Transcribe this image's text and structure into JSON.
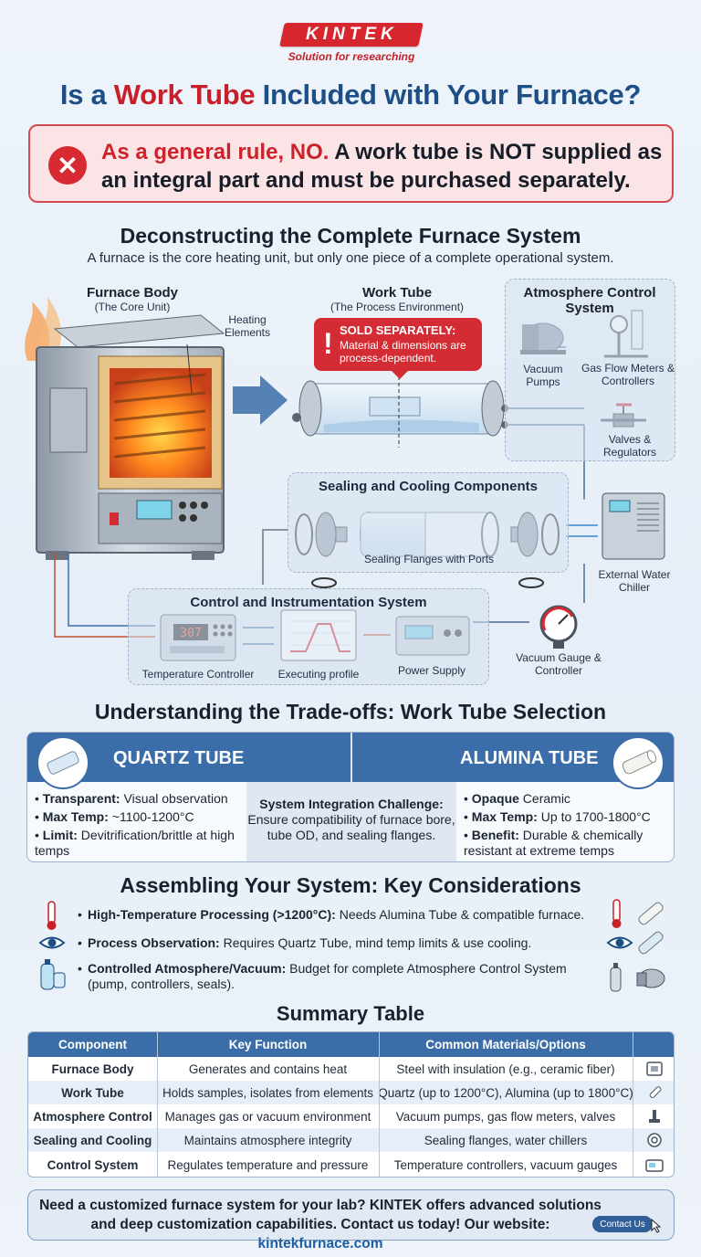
{
  "brand": {
    "logo": "KINTEK",
    "tagline": "Solution for researching"
  },
  "title": {
    "part1": "Is a ",
    "highlight": "Work Tube",
    "part2": " Included with Your Furnace?"
  },
  "alert": {
    "lead": "As a general rule, NO.",
    "rest": " A work tube is NOT supplied as an integral part and must be purchased separately."
  },
  "system": {
    "title": "Deconstructing the Complete Furnace System",
    "subtitle": "A furnace is the core heating unit, but only one piece of a complete operational system.",
    "furnace_body": {
      "name": "Furnace Body",
      "sub": "(The Core Unit)",
      "heating_label": "Heating Elements"
    },
    "work_tube": {
      "name": "Work Tube",
      "sub": "(The Process Environment)"
    },
    "sold_separately": {
      "title": "SOLD SEPARATELY:",
      "text": "Material & dimensions are process-dependent."
    },
    "atmosphere": {
      "title": "Atmosphere Control System",
      "vacuum_pumps": "Vacuum Pumps",
      "gas_flow": "Gas Flow Meters & Controllers",
      "valves": "Valves & Regulators"
    },
    "sealing": {
      "title": "Sealing and Cooling Components",
      "flanges": "Sealing Flanges with Ports"
    },
    "chiller": "External Water Chiller",
    "control": {
      "title": "Control and Instrumentation System",
      "temp_controller": "Temperature Controller",
      "display": "307",
      "profile": "Executing profile",
      "power": "Power Supply"
    },
    "vacuum_gauge": "Vacuum Gauge & Controller"
  },
  "tradeoffs": {
    "title": "Understanding the Trade-offs: Work Tube Selection",
    "quartz": {
      "name": "QUARTZ TUBE",
      "b1_k": "Transparent:",
      "b1_v": " Visual observation",
      "b2_k": "Max Temp:",
      "b2_v": " ~1100-1200°C",
      "b3_k": "Limit:",
      "b3_v": " Devitrification/brittle at high temps"
    },
    "middle": {
      "title": "System Integration Challenge:",
      "text": "Ensure compatibility of furnace bore, tube OD, and sealing flanges."
    },
    "alumina": {
      "name": "ALUMINA TUBE",
      "b1_k": "Opaque",
      "b1_v": " Ceramic",
      "b2_k": "Max Temp:",
      "b2_v": " Up to 1700-1800°C",
      "b3_k": "Benefit:",
      "b3_v": " Durable & chemically resistant at extreme temps"
    }
  },
  "considerations": {
    "title": "Assembling Your System: Key Considerations",
    "items": [
      {
        "key": "High-Temperature Processing (>1200°C):",
        "text": " Needs Alumina Tube & compatible furnace."
      },
      {
        "key": "Process Observation:",
        "text": " Requires Quartz Tube, mind temp limits & use cooling."
      },
      {
        "key": "Controlled Atmosphere/Vacuum:",
        "text": " Budget for complete Atmosphere Control System (pump, controllers, seals)."
      }
    ]
  },
  "summary": {
    "title": "Summary Table",
    "headers": [
      "Component",
      "Key Function",
      "Common Materials/Options"
    ],
    "rows": [
      [
        "Furnace Body",
        "Generates and contains heat",
        "Steel with insulation (e.g., ceramic fiber)"
      ],
      [
        "Work Tube",
        "Holds samples, isolates from elements",
        "Quartz (up to 1200°C), Alumina (up to 1800°C)"
      ],
      [
        "Atmosphere Control",
        "Manages gas or vacuum environment",
        "Vacuum pumps, gas flow meters, valves"
      ],
      [
        "Sealing and Cooling",
        "Maintains atmosphere integrity",
        "Sealing flanges, water chillers"
      ],
      [
        "Control System",
        "Regulates temperature and pressure",
        "Temperature controllers, vacuum gauges"
      ]
    ]
  },
  "cta": {
    "text1": "Need a customized furnace system for your lab? KINTEK offers advanced solutions and deep customization capabilities. Contact us today! Our website: ",
    "link": "kintekfurnace.com",
    "button": "Contact Us"
  },
  "colors": {
    "brand_red": "#d8262e",
    "primary_blue": "#3b6ea8",
    "title_blue": "#1d4f86"
  }
}
